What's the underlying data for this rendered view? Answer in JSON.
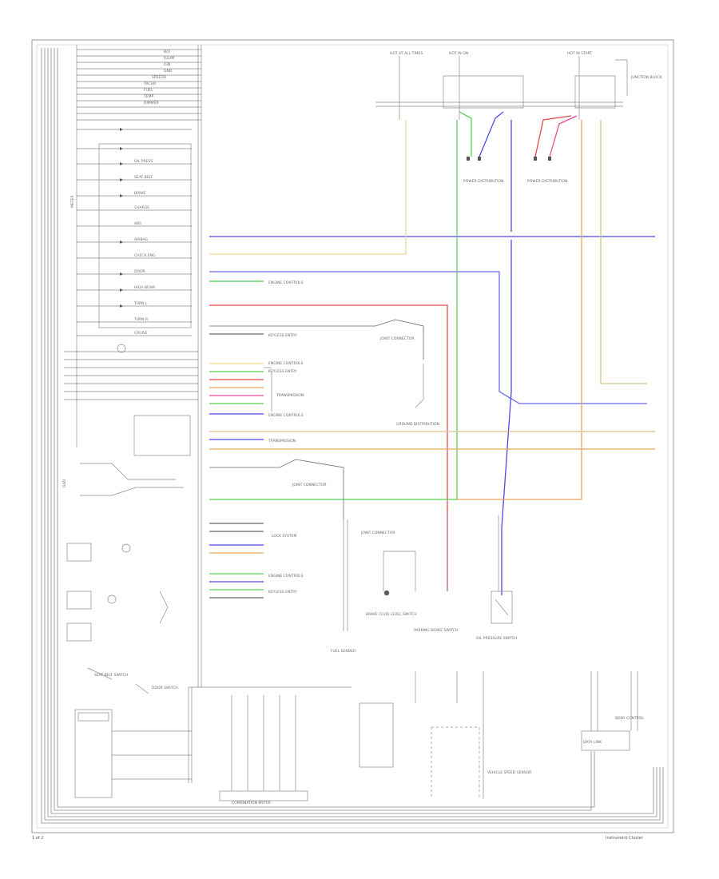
{
  "footer": {
    "left_code": "1 of 2",
    "right_title": "Instrument Cluster"
  },
  "left_panel": {
    "top_labels": [
      "B/U",
      "ILLUM",
      "IGN",
      "GND",
      "SPEEDO",
      "TACHO",
      "FUEL",
      "TEMP",
      "DIMMER"
    ],
    "indicator_labels": [
      "OIL PRESS",
      "SEAT BELT",
      "BRAKE",
      "CHARGE",
      "ABS",
      "AIRBAG",
      "CHECK ENG",
      "DOOR",
      "HIGH BEAM",
      "TURN L",
      "TURN R",
      "CRUISE"
    ],
    "side_label": "METER",
    "left_side_label": "GND"
  },
  "connectors": {
    "top_fuses": [
      "HOT AT ALL TIMES",
      "HOT IN ON",
      "HOT IN START"
    ],
    "power_dist": [
      "POWER DISTRIBUTION",
      "POWER DISTRIBUTION"
    ],
    "right_note": "JUNCTION BLOCK"
  },
  "mid_labels": {
    "engine_control_1": "ENGINE CONTROLS",
    "keyless_1": "KEYLESS ENTRY",
    "engine_control_2": "ENGINE CONTROLS",
    "keyless_2": "KEYLESS ENTRY",
    "transmission_1": "TRANSMISSION",
    "engine_control_3": "ENGINE CONTROLS",
    "transmission_2": "TRANSMISSION",
    "joint_connector_1": "JOINT CONNECTOR",
    "joint_connector_2": "JOINT CONNECTOR",
    "joint_connector_3": "JOINT CONNECTOR",
    "lock_system": "LOCK SYSTEM",
    "engine_control_4": "ENGINE CONTROLS",
    "keyless_3": "KEYLESS ENTRY",
    "ground_dist": "GROUND DISTRIBUTION",
    "brake_switch": "BRAKE FLUID LEVEL SWITCH",
    "parking_switch": "PARKING BRAKE SWITCH",
    "oil_switch": "OIL PRESSURE SWITCH",
    "fuel_sender": "FUEL SENDER",
    "speed_sensor": "VEHICLE SPEED SENSOR",
    "seat_belt": "SEAT BELT SWITCH",
    "door_switch": "DOOR SWITCH",
    "combination_meter": "COMBINATION METER",
    "data_link": "DATA LINK",
    "body_control": "BODY CONTROL"
  },
  "wire_colors": {
    "blue": "#4a4ae8",
    "red": "#e84a4a",
    "green": "#56d456",
    "yellow": "#e8d88a",
    "orange": "#eba45a",
    "tan": "#d8c48a",
    "magenta": "#e84a9a",
    "gray": "#5a5a5a"
  }
}
